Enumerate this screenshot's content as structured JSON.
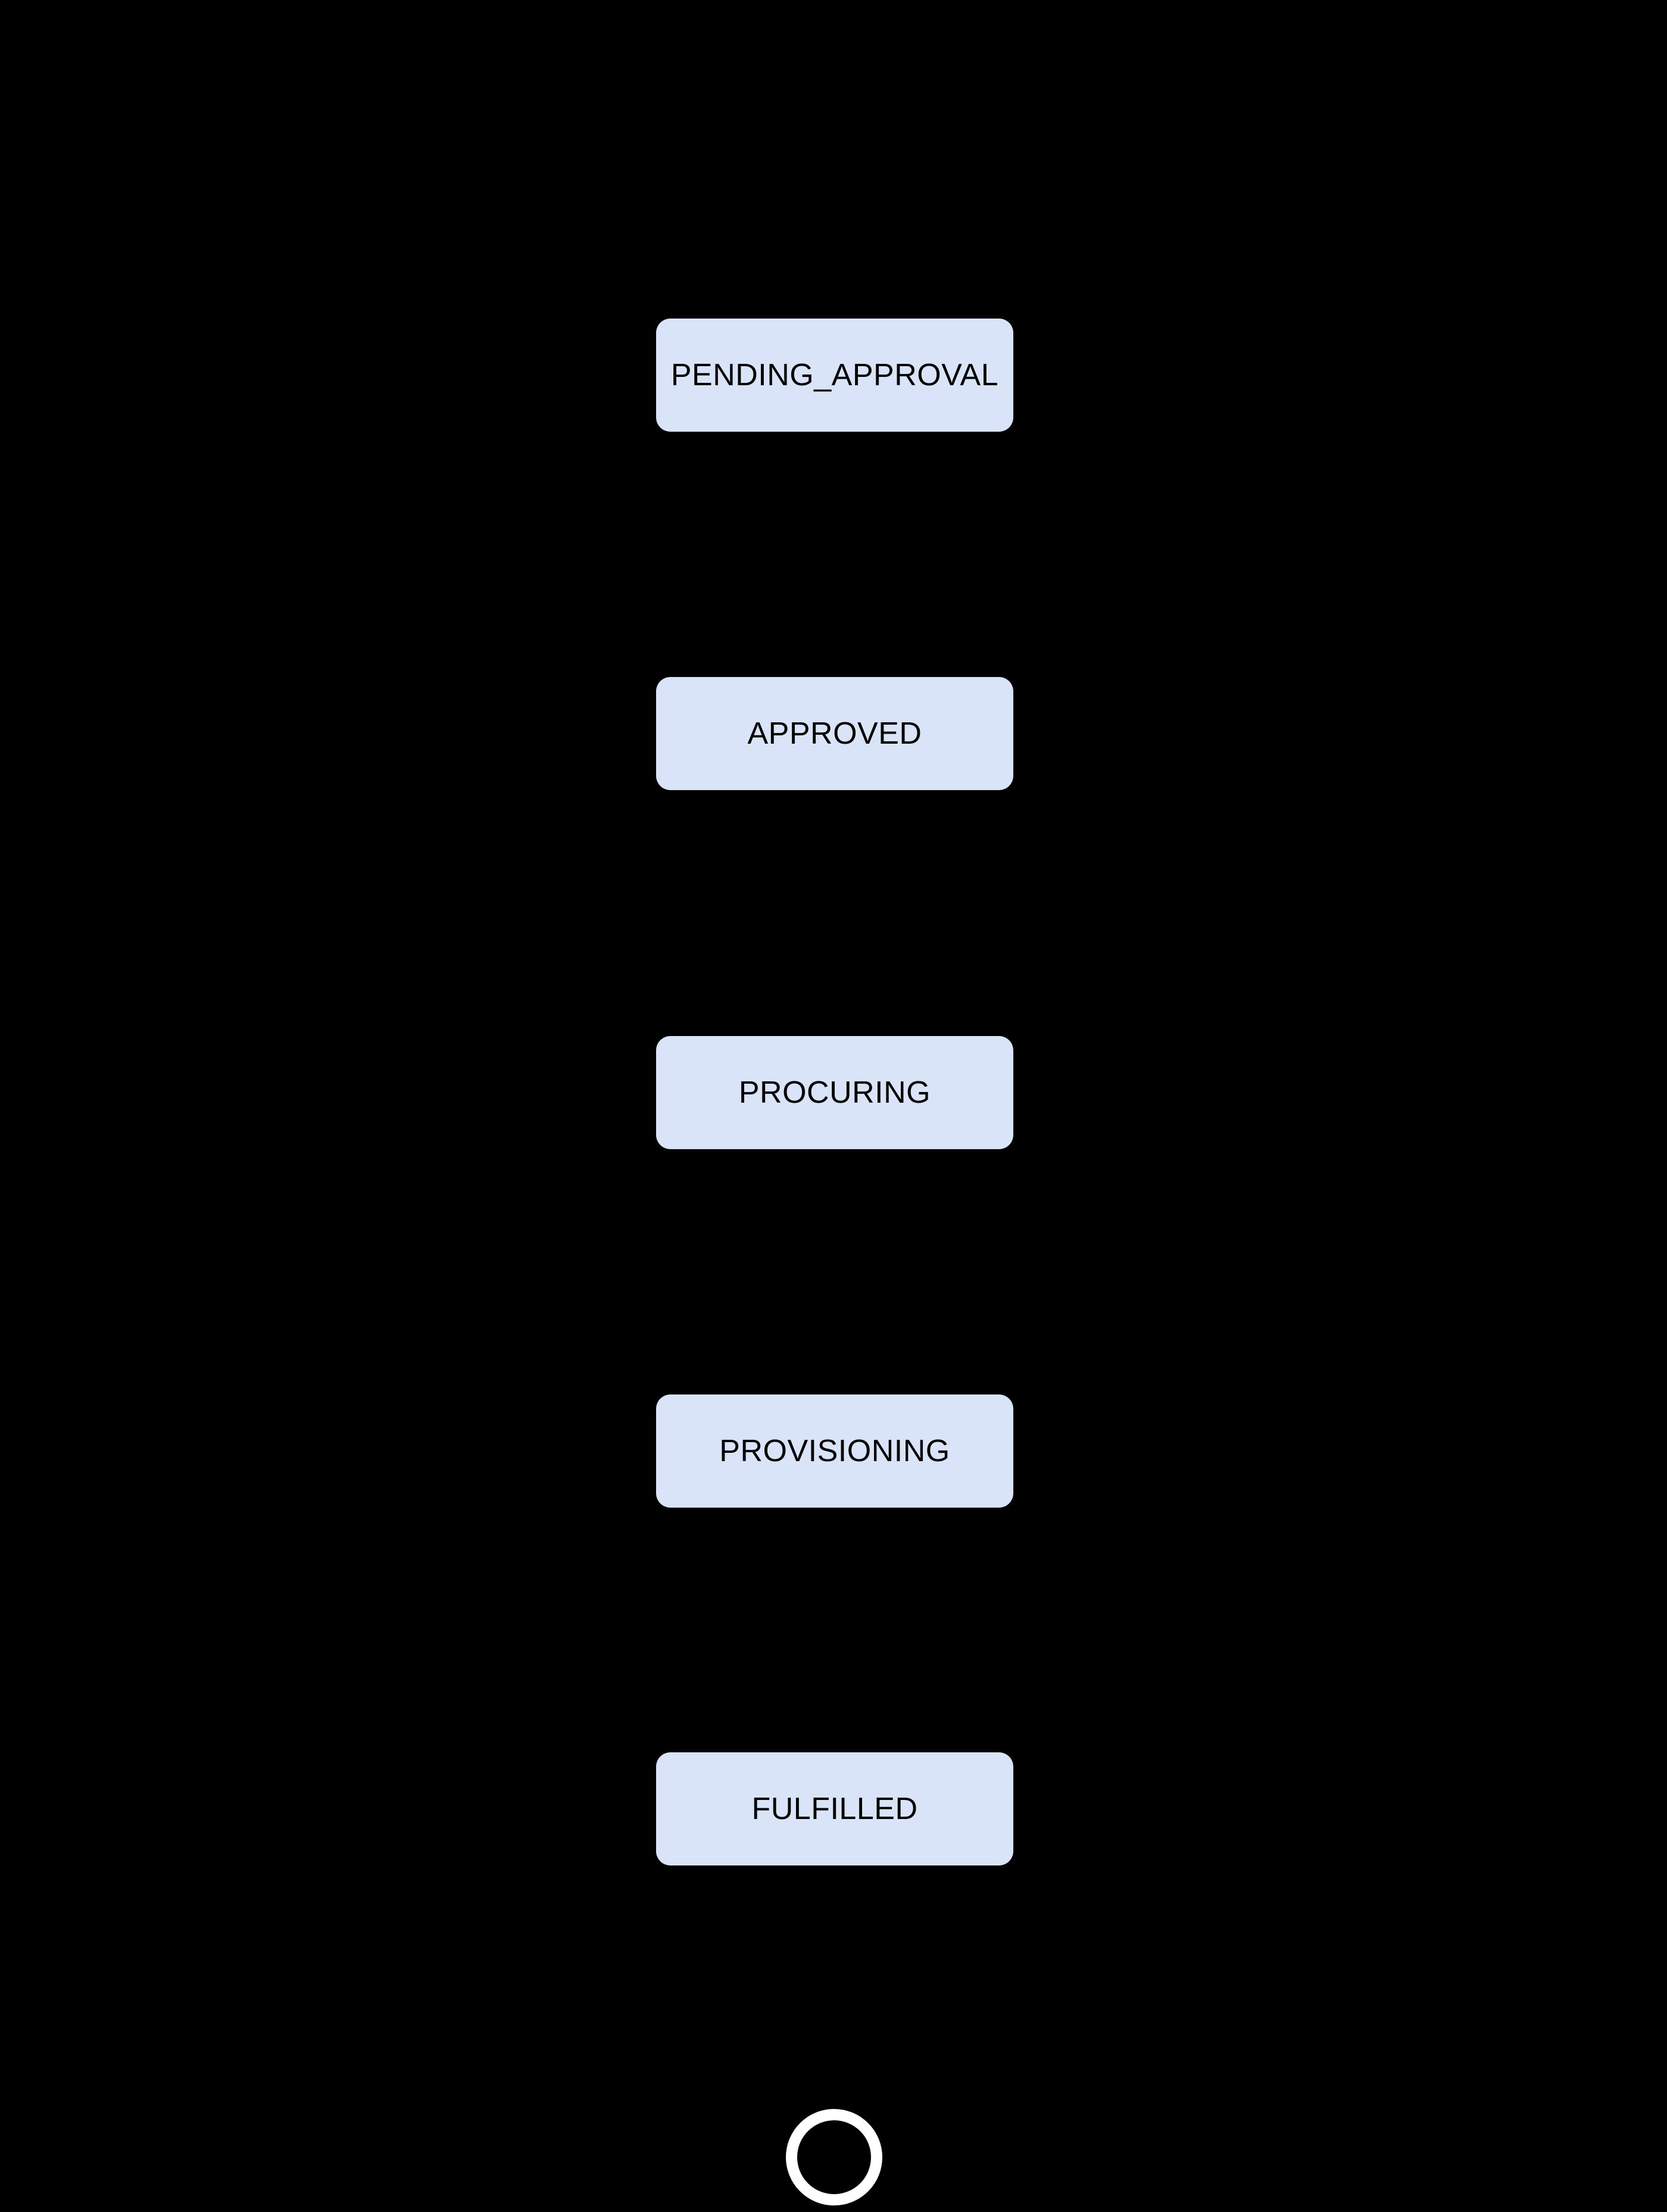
{
  "diagram": {
    "type": "state-flow-diagram",
    "colors": {
      "background": "#000000",
      "node-fill": "#d9e4f8",
      "node-text": "#000000",
      "end-stroke": "#ffffff"
    },
    "nodes": [
      {
        "id": "pending_approval",
        "label": "PENDING_APPROVAL"
      },
      {
        "id": "approved",
        "label": "APPROVED"
      },
      {
        "id": "procuring",
        "label": "PROCURING"
      },
      {
        "id": "provisioning",
        "label": "PROVISIONING"
      },
      {
        "id": "fulfilled",
        "label": "FULFILLED"
      }
    ],
    "end_state_icon": "final-state-circle"
  }
}
